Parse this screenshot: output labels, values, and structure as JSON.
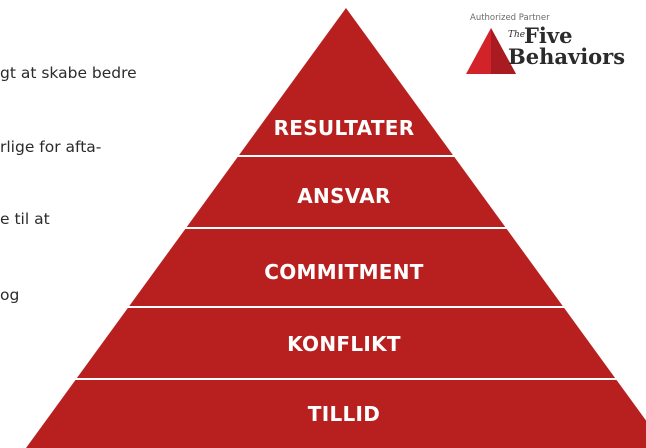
{
  "text_block": {
    "lines": [
      "gt at skabe bedre",
      "rlige for afta-",
      "e til at",
      "og"
    ]
  },
  "logo": {
    "caption": "Authorized Partner",
    "the": "The",
    "word1": "Five",
    "word2": "Behaviors"
  },
  "pyramid": {
    "color": "#b8201f",
    "tiers": [
      {
        "label": "RESULTATER"
      },
      {
        "label": "ANSVAR"
      },
      {
        "label": "COMMITMENT"
      },
      {
        "label": "KONFLIKT"
      },
      {
        "label": "TILLID"
      }
    ]
  }
}
